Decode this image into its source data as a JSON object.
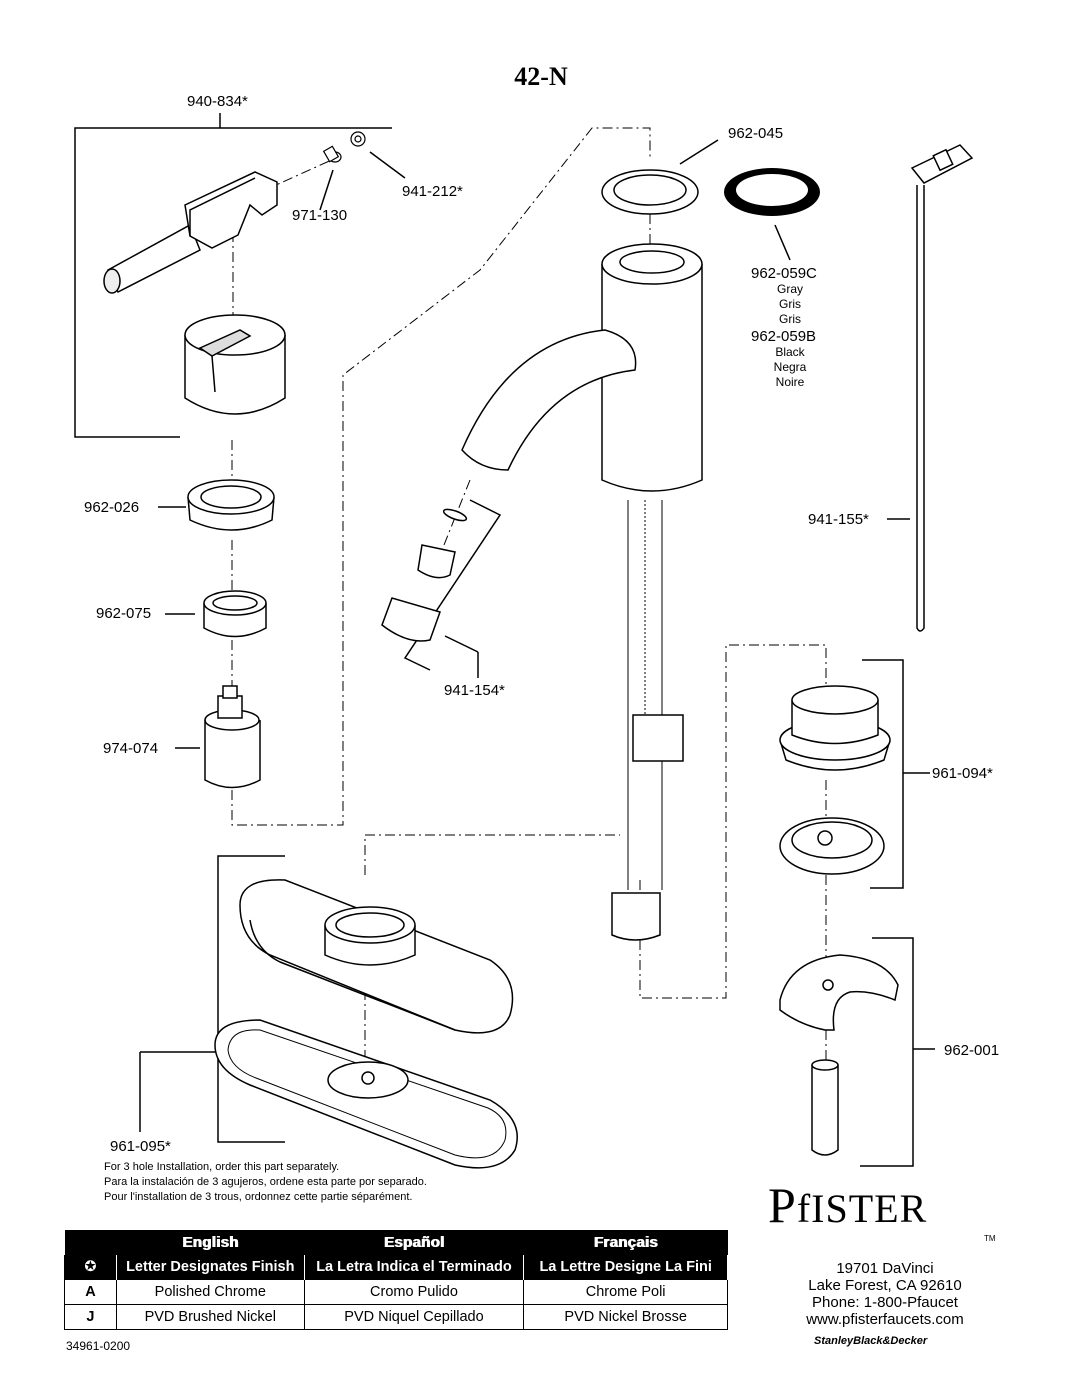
{
  "title": "42-N",
  "parts": {
    "p940_834": "940-834*",
    "p971_130": "971-130",
    "p941_212": "941-212*",
    "p962_045": "962-045",
    "p962_059c": "962-059C",
    "p962_059c_colors": [
      "Gray",
      "Gris",
      "Gris"
    ],
    "p962_059b": "962-059B",
    "p962_059b_colors": [
      "Black",
      "Negra",
      "Noire"
    ],
    "p962_026": "962-026",
    "p962_075": "962-075",
    "p974_074": "974-074",
    "p941_154": "941-154*",
    "p941_155": "941-155*",
    "p961_094": "961-094*",
    "p962_001": "962-001",
    "p961_095": "961-095*"
  },
  "note": [
    "For 3 hole Installation, order this part separately.",
    "Para la instalación de 3 agujeros, ordene esta parte por separado.",
    "Pour l'installation de 3 trous, ordonnez cette partie séparément."
  ],
  "legend": {
    "headers": [
      "English",
      "Español",
      "Français"
    ],
    "subheaders": [
      "Letter Designates Finish",
      "La Letra Indica el Terminado",
      "La Lettre Designe La Fini"
    ],
    "rows": [
      {
        "letter": "A",
        "en": "Polished Chrome",
        "es": "Cromo Pulido",
        "fr": "Chrome Poli"
      },
      {
        "letter": "J",
        "en": "PVD Brushed Nickel",
        "es": "PVD Niquel Cepillado",
        "fr": "PVD Nickel Brosse"
      }
    ]
  },
  "brand": {
    "name_big": "P",
    "name_f": "f",
    "name_rest": "ISTER",
    "tm": "TM",
    "address": [
      "19701 DaVinci",
      "Lake Forest, CA 92610",
      "Phone: 1-800-Pfaucet",
      "www.pfisterfaucets.com"
    ],
    "parent": "StanleyBlack&Decker"
  },
  "doc_number": "34961-0200"
}
